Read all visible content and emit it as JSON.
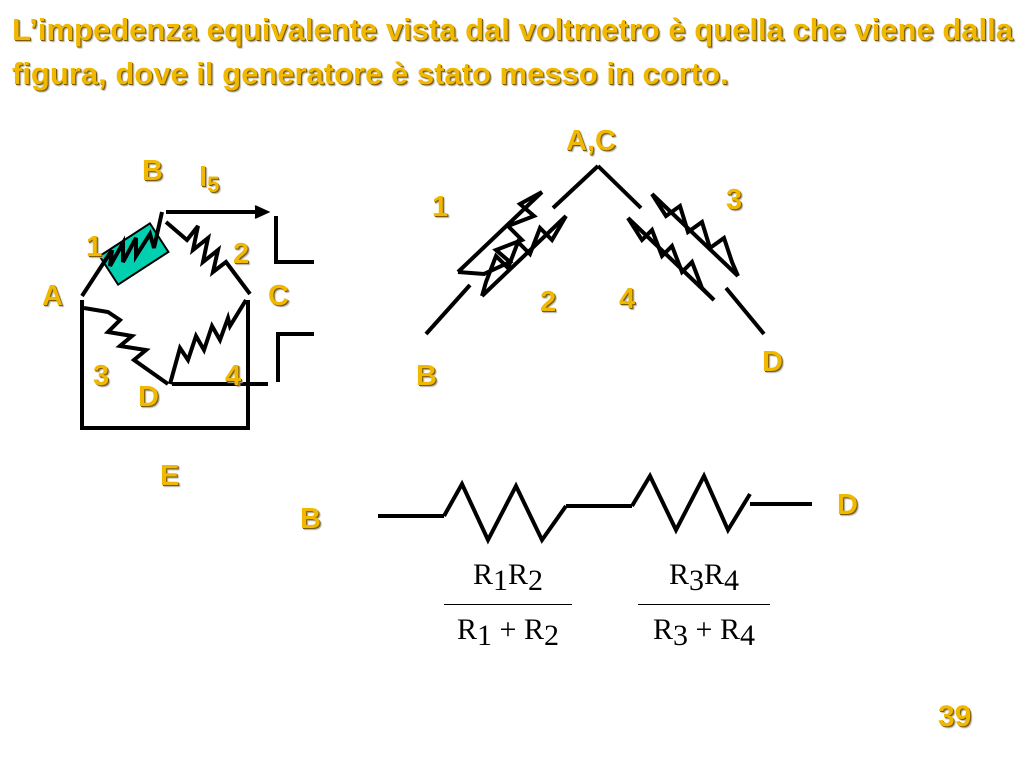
{
  "title": "L’impedenza equivalente vista dal voltmetro è quella che viene dalla figura, dove il generatore è stato messo in corto.",
  "left_circuit": {
    "node_b": "B",
    "current_label": "I",
    "current_sub": "5",
    "r1": "1",
    "r2": "2",
    "node_a": "A",
    "node_c": "C",
    "r3": "3",
    "r4": "4",
    "node_d": "D",
    "node_e": "E",
    "highlight_color": "#00d0b0"
  },
  "right_circuit": {
    "node_ac": "A,C",
    "r1": "1",
    "r3": "3",
    "r2": "2",
    "r4": "4",
    "node_b": "B",
    "node_d": "D"
  },
  "series_circuit": {
    "node_b": "B",
    "node_d": "D",
    "fraction1": {
      "numerator": [
        "R",
        "1",
        "R",
        "2"
      ],
      "denominator": [
        "R",
        "1",
        " + ",
        "R",
        "2"
      ]
    },
    "fraction2": {
      "numerator": [
        "R",
        "3",
        "R",
        "4"
      ],
      "denominator": [
        "R",
        "3",
        " + ",
        "R",
        "4"
      ]
    }
  },
  "label_color": "#f0b800",
  "slide_number": "39"
}
